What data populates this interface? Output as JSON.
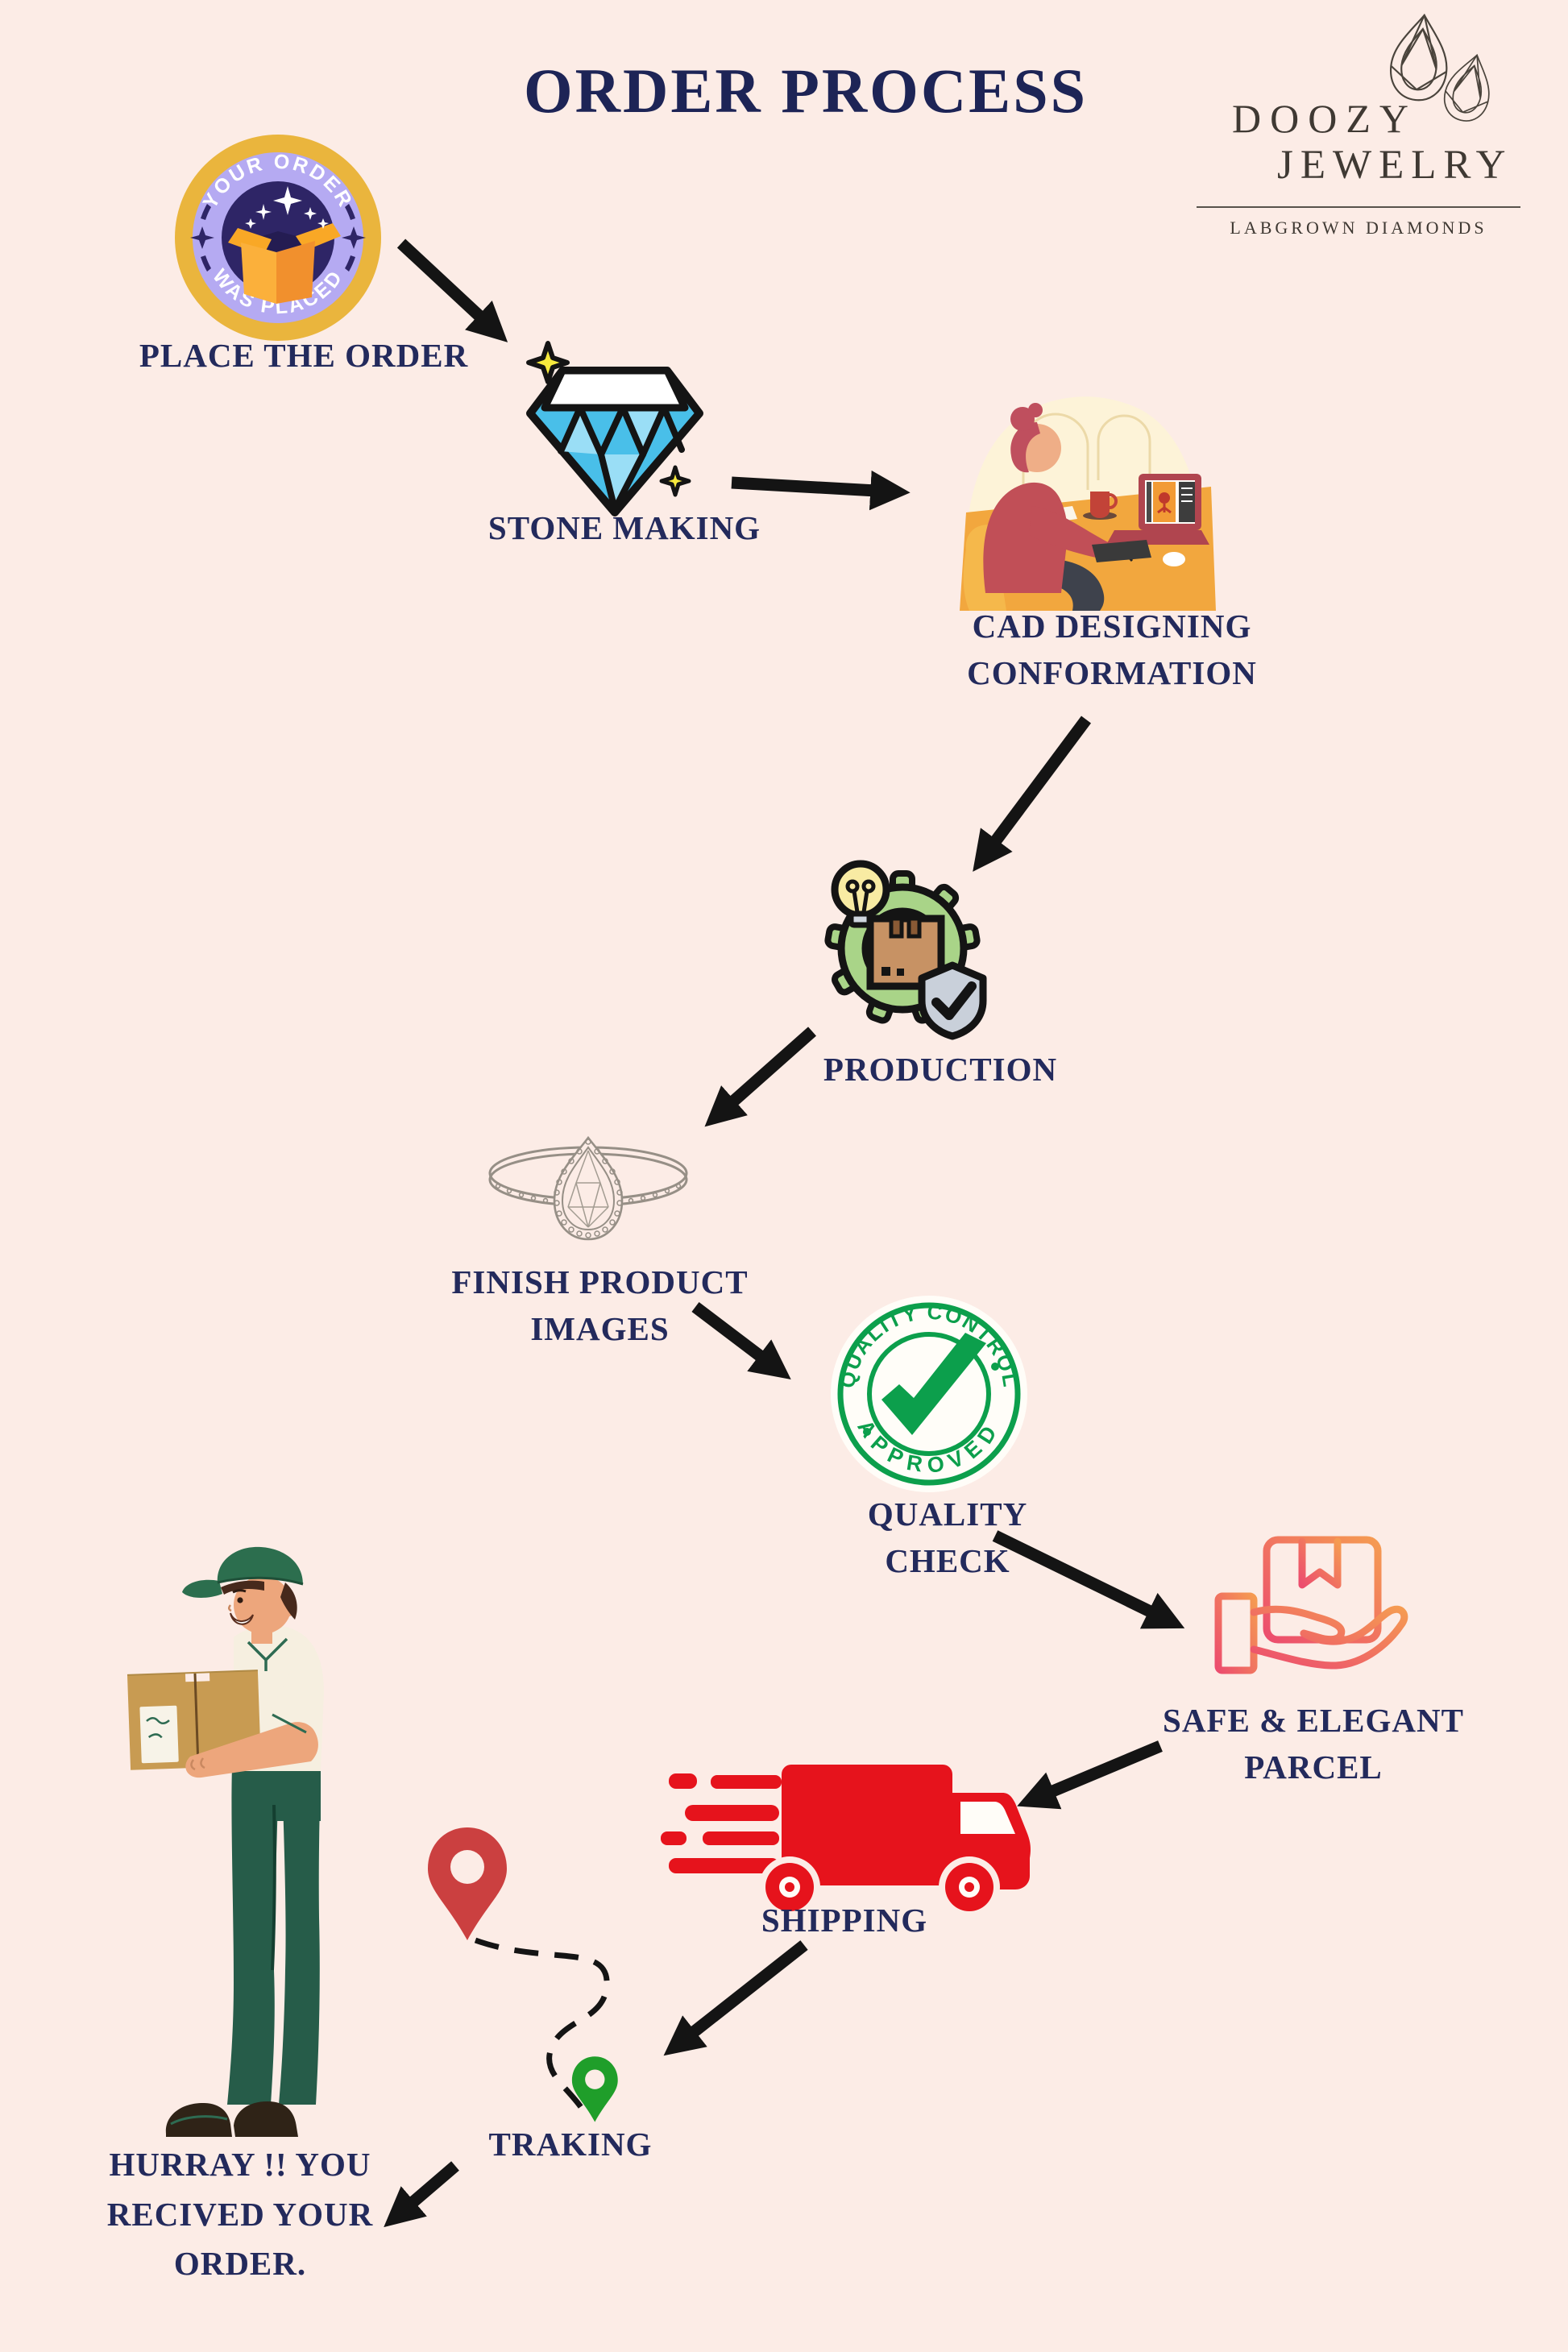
{
  "poster": {
    "title": "ORDER PROCESS"
  },
  "brand": {
    "line1": "DOOZY",
    "line2": "JEWELRY",
    "tagline": "LABGROWN DIAMONDS",
    "logo_icon": "two-pear-diamond-outlines-icon"
  },
  "badge": {
    "arc_top": "YOUR ORDER",
    "arc_bottom": "WAS PLACED"
  },
  "stamp": {
    "arc_top": "QUALITY CONTROL",
    "arc_bottom": "APPROVED"
  },
  "steps": {
    "place_order": {
      "label": "PLACE THE ORDER",
      "icon": "order-placed-badge-icon"
    },
    "stone_making": {
      "label": "STONE MAKING",
      "icon": "diamond-icon"
    },
    "cad": {
      "line1": "CAD DESIGNING",
      "line2": "CONFORMATION",
      "icon": "designer-at-computer-illustration"
    },
    "production": {
      "label": "PRODUCTION",
      "icon": "gear-package-production-icon"
    },
    "finish_product": {
      "line1": "FINISH PRODUCT",
      "line2": "IMAGES",
      "icon": "ring-sketch-icon"
    },
    "quality_check": {
      "label": "QUALITY CHECK",
      "icon": "quality-control-approved-stamp-icon"
    },
    "parcel": {
      "line1": "SAFE  & ELEGANT",
      "line2": "PARCEL",
      "icon": "hand-holding-parcel-icon"
    },
    "shipping": {
      "label": "SHIPPING",
      "icon": "fast-delivery-truck-icon"
    },
    "tracking": {
      "label": "TRAKING",
      "icon": "map-route-pins-icon"
    },
    "received": {
      "line1": "HURRAY !! YOU",
      "line2": "RECIVED YOUR",
      "line3": "ORDER.",
      "icon": "delivery-man-illustration"
    }
  },
  "colors": {
    "background": "#fcece6",
    "navy_text": "#232a5c",
    "arrow_black": "#141414",
    "badge_gold": "#eab53d",
    "badge_lavender": "#b5aaf2",
    "badge_inner_purple": "#2e2566",
    "box_orange": "#f9a826",
    "diamond_blue": "#49bfe9",
    "diamond_blue_light": "#9adef6",
    "sparkle_yellow": "#f7e93d",
    "gear_green": "#a9d488",
    "stamp_green": "#0c9f4c",
    "parcel_gradient_start": "#ec4d6e",
    "parcel_gradient_end": "#f59b52",
    "truck_red": "#e6131c",
    "pin_red": "#cb4040",
    "pin_green": "#1f9e2a",
    "cap_green": "#2c6e4e",
    "pants_green": "#265c49",
    "skin_tone": "#eda67c",
    "illustration_cream": "#fdf3d8",
    "desk_orange": "#f2a73e",
    "sweater_red": "#c14f57"
  }
}
